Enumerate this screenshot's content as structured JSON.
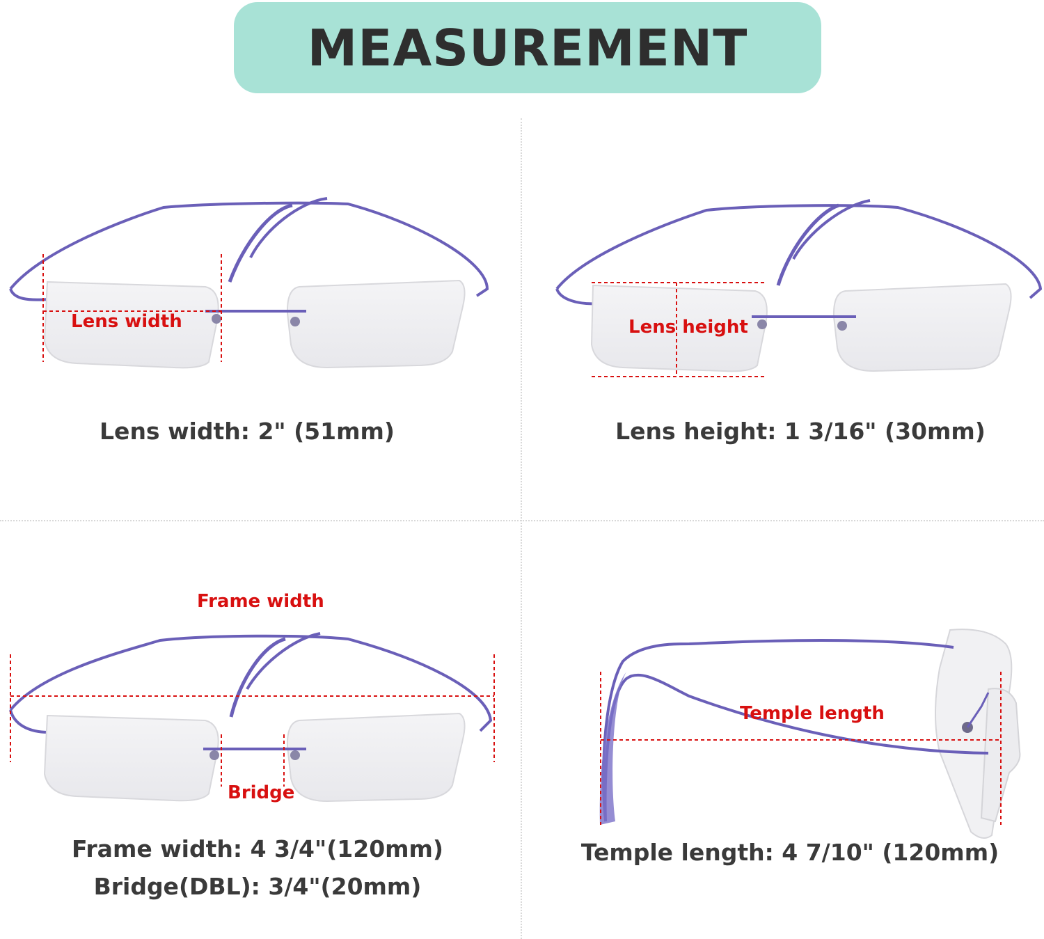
{
  "header": {
    "title": "MEASUREMENT"
  },
  "panels": {
    "lens_width": {
      "label": "Lens width",
      "caption": "Lens width: 2\" (51mm)"
    },
    "lens_height": {
      "label": "Lens height",
      "caption": "Lens height: 1 3/16\" (30mm)"
    },
    "frame_width": {
      "label": "Frame width",
      "bridge_label": "Bridge",
      "caption": "Frame width: 4 3/4\"(120mm)",
      "caption2": "Bridge(DBL): 3/4\"(20mm)"
    },
    "temple_length": {
      "label": "Temple length",
      "caption": "Temple length: 4 7/10\" (120mm)"
    }
  },
  "colors": {
    "header_bg": "#a8e2d6",
    "frame": "#6a5fb8",
    "measure_line": "#d81010",
    "text": "#3a3a3a"
  }
}
